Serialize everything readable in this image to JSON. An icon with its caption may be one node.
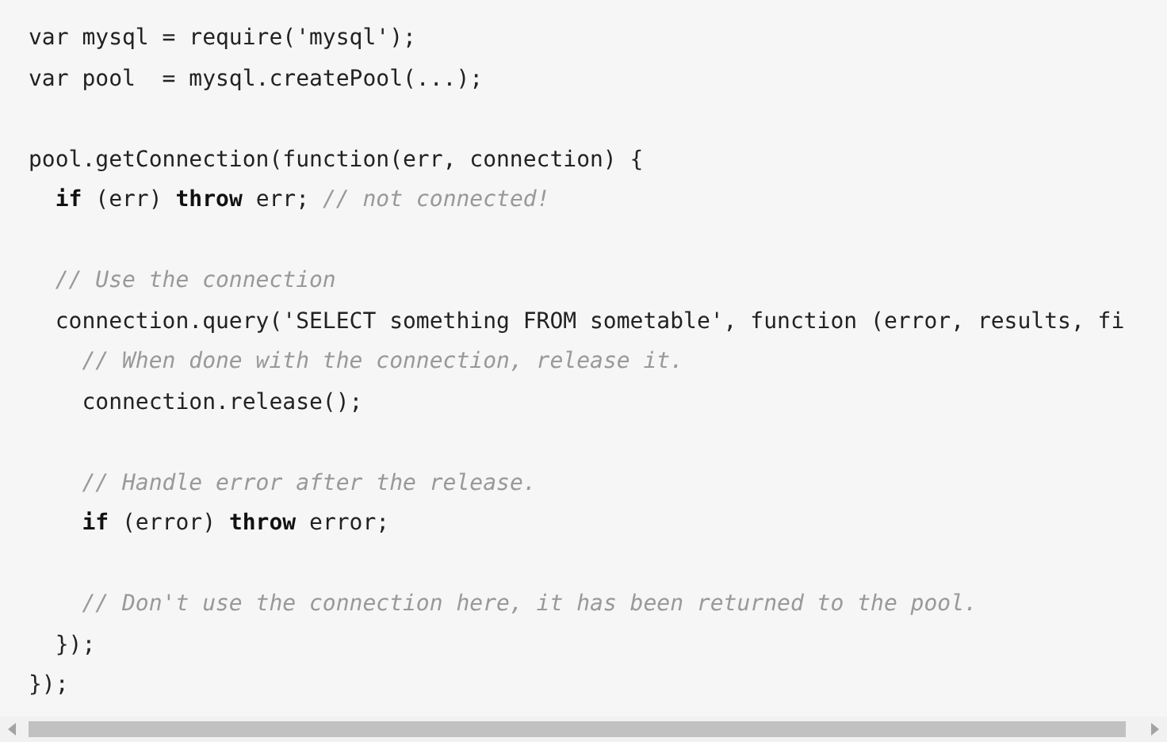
{
  "diagram": {
    "labels": [
      "var mysql = require('mysql');",
      "var pool  = mysql.createPool(...);",
      "pool.getConnection(function(err, connection) {",
      "**if** (err) **throw** err; *// not connected!*",
      "// Use the connection",
      "connection.query('SELECT something FROM sometable', function (error, results, fi",
      "// When done with the connection, release it.",
      "connection.release();",
      "// Handle error after the release.",
      "**if** (error) **throw** error;",
      "// Don't use the connection here, it has been returned to the pool.",
      "});",
      "});"
    ]
  }
}
